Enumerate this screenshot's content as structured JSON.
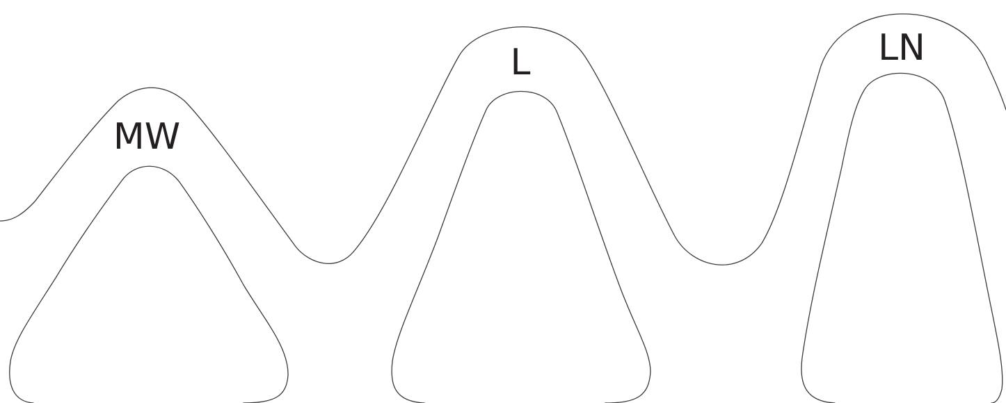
{
  "labels": {
    "mw": "MW",
    "l": "L",
    "ln": "LN"
  }
}
